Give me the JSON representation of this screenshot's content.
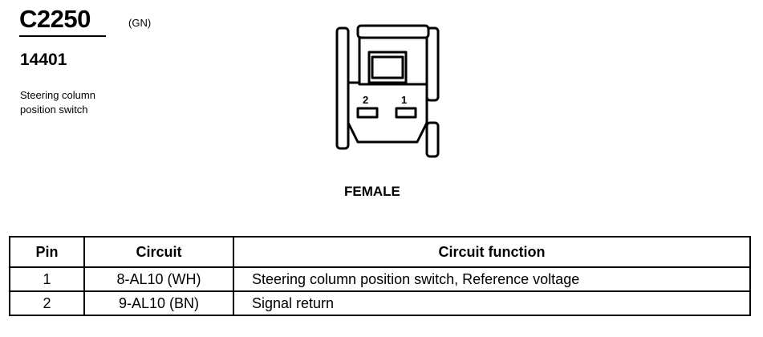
{
  "connector": {
    "id": "C2250",
    "color": "(GN)",
    "part_number": "14401",
    "description_line1": "Steering column",
    "description_line2": "position switch",
    "gender": "FEMALE",
    "cavity_label_left": "2",
    "cavity_label_right": "1"
  },
  "table": {
    "headers": {
      "pin": "Pin",
      "circuit": "Circuit",
      "function": "Circuit function"
    },
    "rows": [
      {
        "pin": "1",
        "circuit": "8-AL10 (WH)",
        "function": "Steering column position switch, Reference voltage"
      },
      {
        "pin": "2",
        "circuit": "9-AL10 (BN)",
        "function": "Signal return"
      }
    ]
  }
}
